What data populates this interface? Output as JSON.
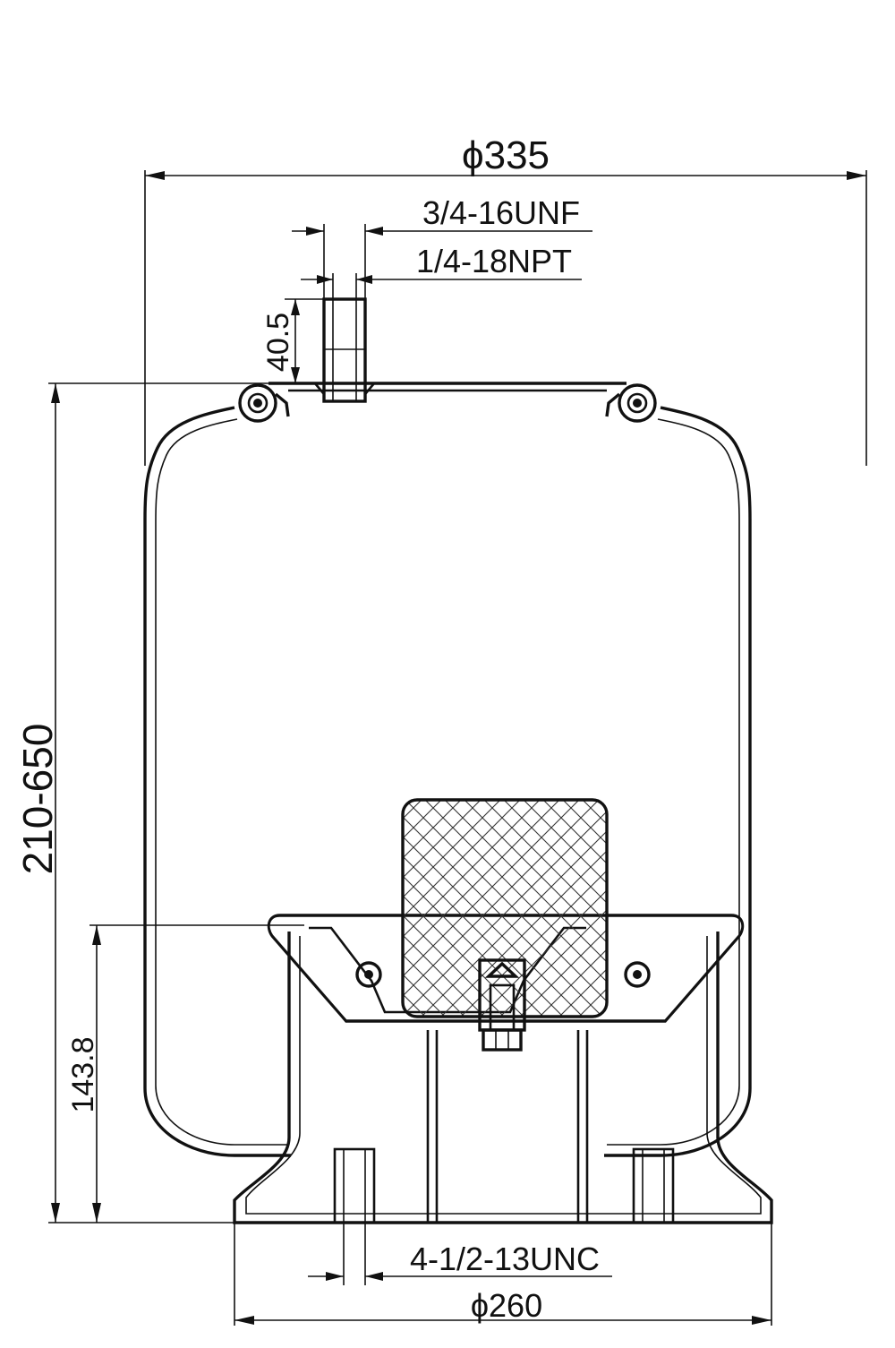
{
  "drawing": {
    "dimensions": {
      "outer_diameter": "ϕ335",
      "stud_thread": "3/4-16UNF",
      "air_fitting": "1/4-18NPT",
      "fitting_height": "40.5",
      "overall_height": "210-650",
      "piston_height": "143.8",
      "bottom_thread": "4-1/2-13UNC",
      "base_diameter": "ϕ260"
    },
    "colors": {
      "line": "#111111",
      "background": "#ffffff"
    }
  }
}
